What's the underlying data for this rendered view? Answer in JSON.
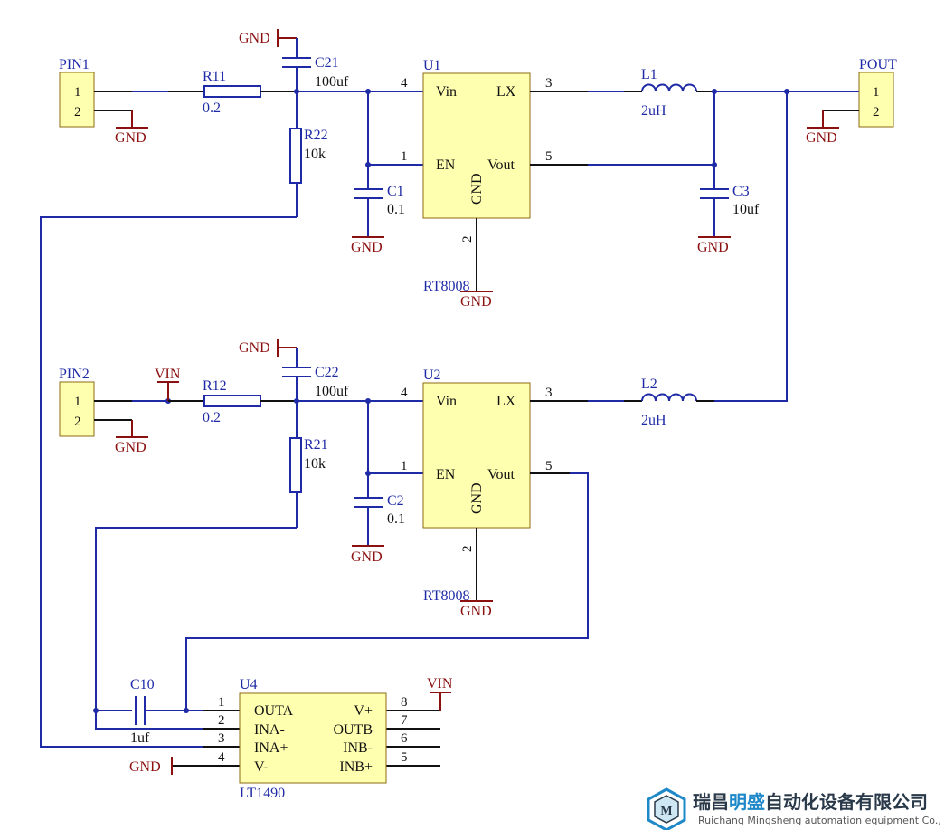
{
  "connectors": {
    "pin1": {
      "label": "PIN1",
      "pin1": "1",
      "pin2": "2"
    },
    "pin2": {
      "label": "PIN2",
      "pin1": "1",
      "pin2": "2"
    },
    "pout": {
      "label": "POUT",
      "pin1": "1",
      "pin2": "2"
    }
  },
  "resistors": {
    "r11": {
      "ref": "R11",
      "value": "0.2"
    },
    "r12": {
      "ref": "R12",
      "value": "0.2"
    },
    "r21": {
      "ref": "R21",
      "value": "10k"
    },
    "r22": {
      "ref": "R22",
      "value": "10k"
    }
  },
  "capacitors": {
    "c21": {
      "ref": "C21",
      "value": "100uf"
    },
    "c22": {
      "ref": "C22",
      "value": "100uf"
    },
    "c1": {
      "ref": "C1",
      "value": "0.1"
    },
    "c2": {
      "ref": "C2",
      "value": "0.1"
    },
    "c3": {
      "ref": "C3",
      "value": "10uf"
    },
    "c10": {
      "ref": "C10",
      "value": "1uf"
    }
  },
  "inductors": {
    "l1": {
      "ref": "L1",
      "value": "2uH"
    },
    "l2": {
      "ref": "L2",
      "value": "2uH"
    }
  },
  "regulators": {
    "u1": {
      "ref": "U1",
      "part": "RT8008",
      "vin": "Vin",
      "lx": "LX",
      "en": "EN",
      "vout": "Vout",
      "gnd": "GND",
      "pin_vin": "4",
      "pin_lx": "3",
      "pin_en": "1",
      "pin_vout": "5",
      "pin_gnd": "2"
    },
    "u2": {
      "ref": "U2",
      "part": "RT8008",
      "vin": "Vin",
      "lx": "LX",
      "en": "EN",
      "vout": "Vout",
      "gnd": "GND",
      "pin_vin": "4",
      "pin_lx": "3",
      "pin_en": "1",
      "pin_vout": "5",
      "pin_gnd": "2"
    }
  },
  "opamp": {
    "ref": "U4",
    "part": "LT1490",
    "left_pins": [
      {
        "num": "1",
        "name": "OUTA"
      },
      {
        "num": "2",
        "name": "INA-"
      },
      {
        "num": "3",
        "name": "INA+"
      },
      {
        "num": "4",
        "name": "V-"
      }
    ],
    "right_pins": [
      {
        "num": "8",
        "name": "V+"
      },
      {
        "num": "7",
        "name": "OUTB"
      },
      {
        "num": "6",
        "name": "INB-"
      },
      {
        "num": "5",
        "name": "INB+"
      }
    ]
  },
  "nets": {
    "gnd": "GND",
    "vin": "VIN"
  },
  "logo": {
    "company_cn_1": "瑞昌",
    "company_cn_2": "明盛",
    "company_cn_3": "自动化设备有限公司",
    "company_en": "Ruichang Mingsheng automation equipment Co., Ltd"
  },
  "colors": {
    "wire": "#1e2aa6",
    "ground": "#8b1010",
    "chip_fill": "#ffffb0",
    "logo_accent": "#1e88c8"
  }
}
